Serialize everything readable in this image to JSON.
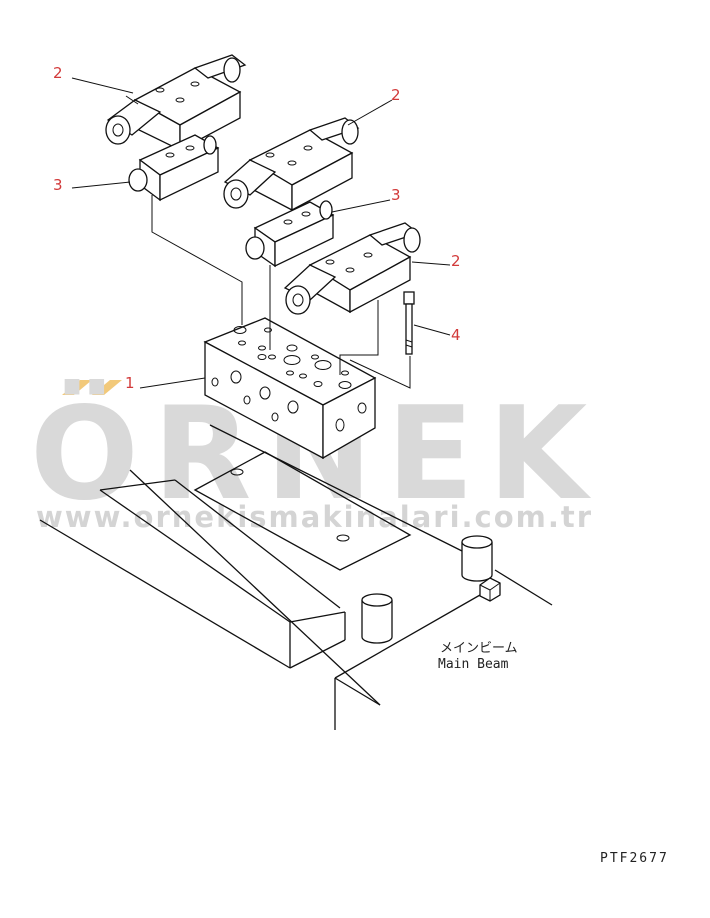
{
  "watermark": {
    "brand": "ÖRNEK",
    "url": "www.ornekismakinalari.com.tr",
    "accent_color": "#f2c97a",
    "text_color": "#d9d9d9"
  },
  "callouts": {
    "c1": "1",
    "c2a": "2",
    "c2b": "2",
    "c2c": "2",
    "c3a": "3",
    "c3b": "3",
    "c4": "4",
    "color": "#d23a3a"
  },
  "labels": {
    "main_beam_jp": "メインビーム",
    "main_beam_en": "Main Beam"
  },
  "drawing_code": "PTF2677"
}
